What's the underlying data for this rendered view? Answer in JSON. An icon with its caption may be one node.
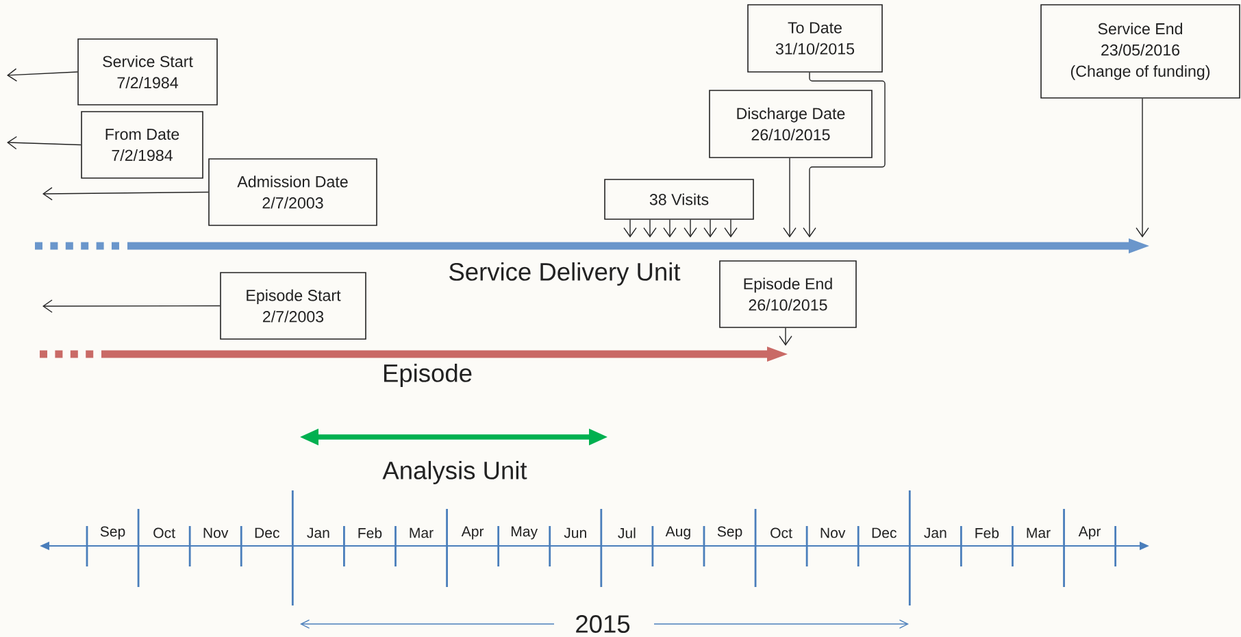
{
  "diagram": {
    "nodes": [
      {
        "text": [
          "Service Start",
          "7/2/1984"
        ]
      },
      {
        "text": [
          "From Date",
          "7/2/1984"
        ]
      },
      {
        "text": [
          "Admission Date",
          "2/7/2003"
        ]
      },
      {
        "text": [
          "To Date",
          "31/10/2015"
        ]
      },
      {
        "text": [
          "Discharge Date",
          "26/10/2015"
        ]
      },
      {
        "text": [
          "38 Visits"
        ]
      },
      {
        "text": [
          "Service End",
          "23/05/2016",
          "(Change of funding)"
        ]
      },
      {
        "text": [],
        "shape": "bar",
        "beside": [
          "Service Delivery Unit"
        ]
      },
      {
        "text": [
          "Episode Start",
          "2/7/2003"
        ]
      },
      {
        "text": [
          "Episode End",
          "26/10/2015"
        ]
      },
      {
        "text": [],
        "shape": "bar",
        "beside": [
          "Episode"
        ]
      }
    ],
    "edges": [
      {
        "from": 0,
        "to": null,
        "arrow": "to"
      },
      {
        "from": 1,
        "to": null,
        "arrow": "to"
      },
      {
        "from": 2,
        "to": null,
        "arrow": "to"
      },
      {
        "from": 8,
        "to": null,
        "arrow": "to"
      },
      {
        "from": 5,
        "to": 7,
        "arrow": "to"
      },
      {
        "from": 5,
        "to": 7,
        "arrow": "to"
      },
      {
        "from": 5,
        "to": 7,
        "arrow": "to"
      },
      {
        "from": 5,
        "to": 7,
        "arrow": "to"
      },
      {
        "from": 5,
        "to": 7,
        "arrow": "to"
      },
      {
        "from": 5,
        "to": 7,
        "arrow": "to"
      },
      {
        "from": 4,
        "to": 7,
        "arrow": "to"
      },
      {
        "from": 3,
        "to": 7,
        "arrow": "to"
      },
      {
        "from": 6,
        "to": 7,
        "arrow": "to"
      },
      {
        "from": 9,
        "to": 10,
        "arrow": "to"
      }
    ],
    "labels": [
      "Analysis Unit",
      "Sep",
      "Oct",
      "Nov",
      "Dec",
      "Jan",
      "Feb",
      "Mar",
      "Apr",
      "May",
      "Jun",
      "Jul",
      "Aug",
      "Sep",
      "Oct",
      "Nov",
      "Dec",
      "Jan",
      "Feb",
      "Mar",
      "Apr",
      "2015"
    ]
  }
}
